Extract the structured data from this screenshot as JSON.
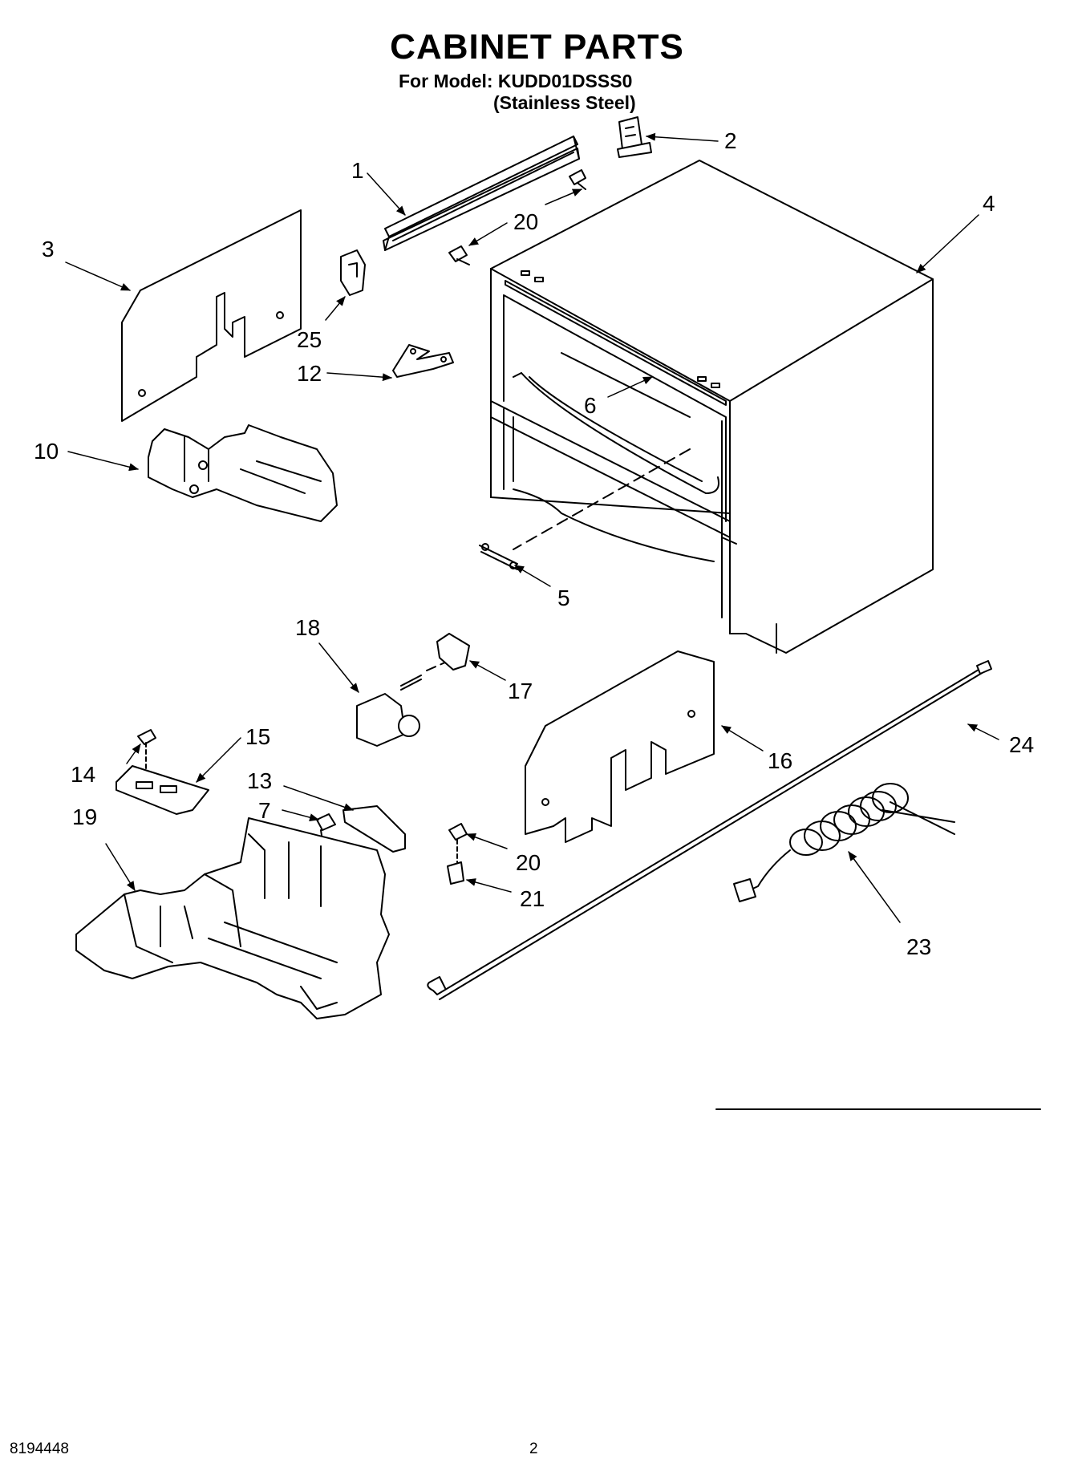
{
  "header": {
    "title": "CABINET PARTS",
    "model_line": "For Model: KUDD01DSSS0",
    "variant_line": "(Stainless Steel)"
  },
  "footer": {
    "doc_number": "8194448",
    "page_number": "2"
  },
  "callouts": {
    "c1": "1",
    "c2": "2",
    "c3": "3",
    "c4": "4",
    "c5": "5",
    "c6": "6",
    "c7": "7",
    "c10": "10",
    "c12": "12",
    "c13": "13",
    "c14": "14",
    "c15": "15",
    "c16": "16",
    "c17": "17",
    "c18": "18",
    "c19": "19",
    "c20a": "20",
    "c20b": "20",
    "c21": "21",
    "c23": "23",
    "c24": "24",
    "c25": "25"
  }
}
